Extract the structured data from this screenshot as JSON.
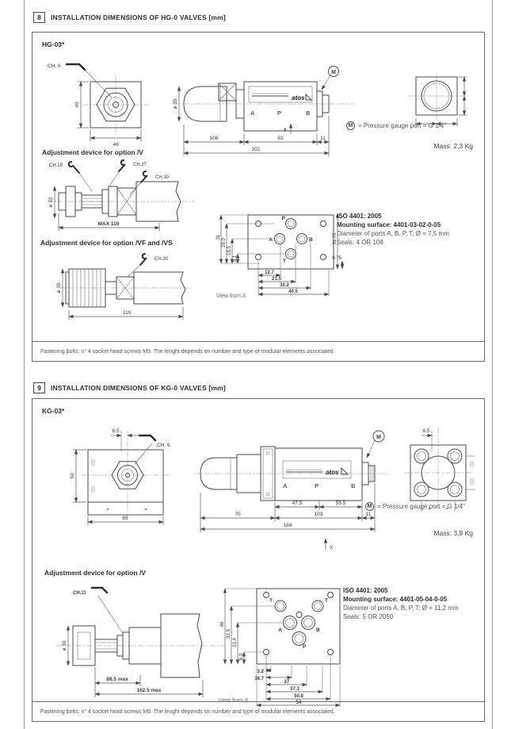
{
  "s8": {
    "num": "8",
    "title": "INSTALLATION DIMENSIONS OF HG-0 VALVES [mm]",
    "model": "HG-03*",
    "front": {
      "ch": "CH. 6",
      "h": "40",
      "w": "46"
    },
    "side": {
      "dia": "ø 35",
      "a": "A",
      "p": "P",
      "b": "B",
      "m": "M",
      "logo": "atos",
      "x": "x",
      "d108": "108",
      "d83": "83",
      "d11": "11",
      "d202": "202"
    },
    "flange_note_sym": "M",
    "flange_note": "= Pressure gauge port = G 1/4\"",
    "mass": "Mass: 2,3 Kg",
    "adjv": {
      "title": "Adjustment device for option /V",
      "ch19": "CH.19",
      "ch27": "CH.27",
      "ch30": "CH.30",
      "dia": "ø 32",
      "max": "MAX 110"
    },
    "adjvf": {
      "title": "Adjustment device for option /VF and /VS",
      "ch30": "CH.30",
      "dia": "ø 39",
      "len": "110"
    },
    "mount": {
      "p": "P",
      "a": "A",
      "b": "B",
      "t": "T",
      "v31": "31",
      "v259": "25.9",
      "v155": "15.5",
      "v51": "5.1",
      "h127": "12.7",
      "h215": "21.5",
      "h302": "30.2",
      "h405": "40.5",
      "r3175": "31.75",
      "r075": "0.75",
      "view": "View from X"
    },
    "iso": {
      "l1": "ISO 4401: 2005",
      "l2": "Mounting surface: 4401-03-02-0-05",
      "l3": "Diameter of ports A, B, P, T: Ø = 7,5 mm",
      "l4": "Seals: 4 OR 108"
    },
    "footnote": "Fastening bolts: n° 4 socket head screws M5. The lenght depends on number and type of modular elements associated."
  },
  "s9": {
    "num": "9",
    "title": "INSTALLATION DIMENSIONS OF KG-0 VALVES [mm]",
    "model": "KG-03*",
    "front": {
      "d65t": "6.5",
      "ch": "CH. 6",
      "h": "50",
      "w": "65",
      "eq": "="
    },
    "side": {
      "a": "A",
      "p": "P",
      "b": "B",
      "m": "M",
      "logo": "atos",
      "x": "X",
      "d475": "47.5",
      "d555": "55.5",
      "d70": "70",
      "d103": "103",
      "d11": "11",
      "d184": "184"
    },
    "flange": {
      "d65": "6.5"
    },
    "flange_note_sym": "M",
    "flange_note": "= Pressure gauge port = G 1/4\"",
    "mass": "Mass: 3,8 Kg",
    "adjv": {
      "title": "Adjustment device for option /V",
      "ch": "CH.11",
      "dia": "ø 30",
      "d685": "68.5 max",
      "d1625": "162.5 max"
    },
    "mount": {
      "t1": "T",
      "t2": "T",
      "a": "A",
      "b": "B",
      "p": "P",
      "v46": "46",
      "v325": "32.5",
      "v214": "21.4",
      "v63": "6.3",
      "h32": "3.2",
      "h167": "16.7",
      "h27": "27",
      "h373": "37.3",
      "h508": "50.8",
      "h54": "54",
      "view": "View from X"
    },
    "iso": {
      "l1": "ISO 4401: 2005",
      "l2": "Mounting surface: 4401-05-04-0-05",
      "l3": "Diameter of ports A, B, P, T: Ø = 11,2 mm",
      "l4": "Seals: 5 OR 2050"
    },
    "footnote": "Fastening bolts: n° 4 socket head screws M6. The lenght depends on number and type of modular elements associated."
  }
}
